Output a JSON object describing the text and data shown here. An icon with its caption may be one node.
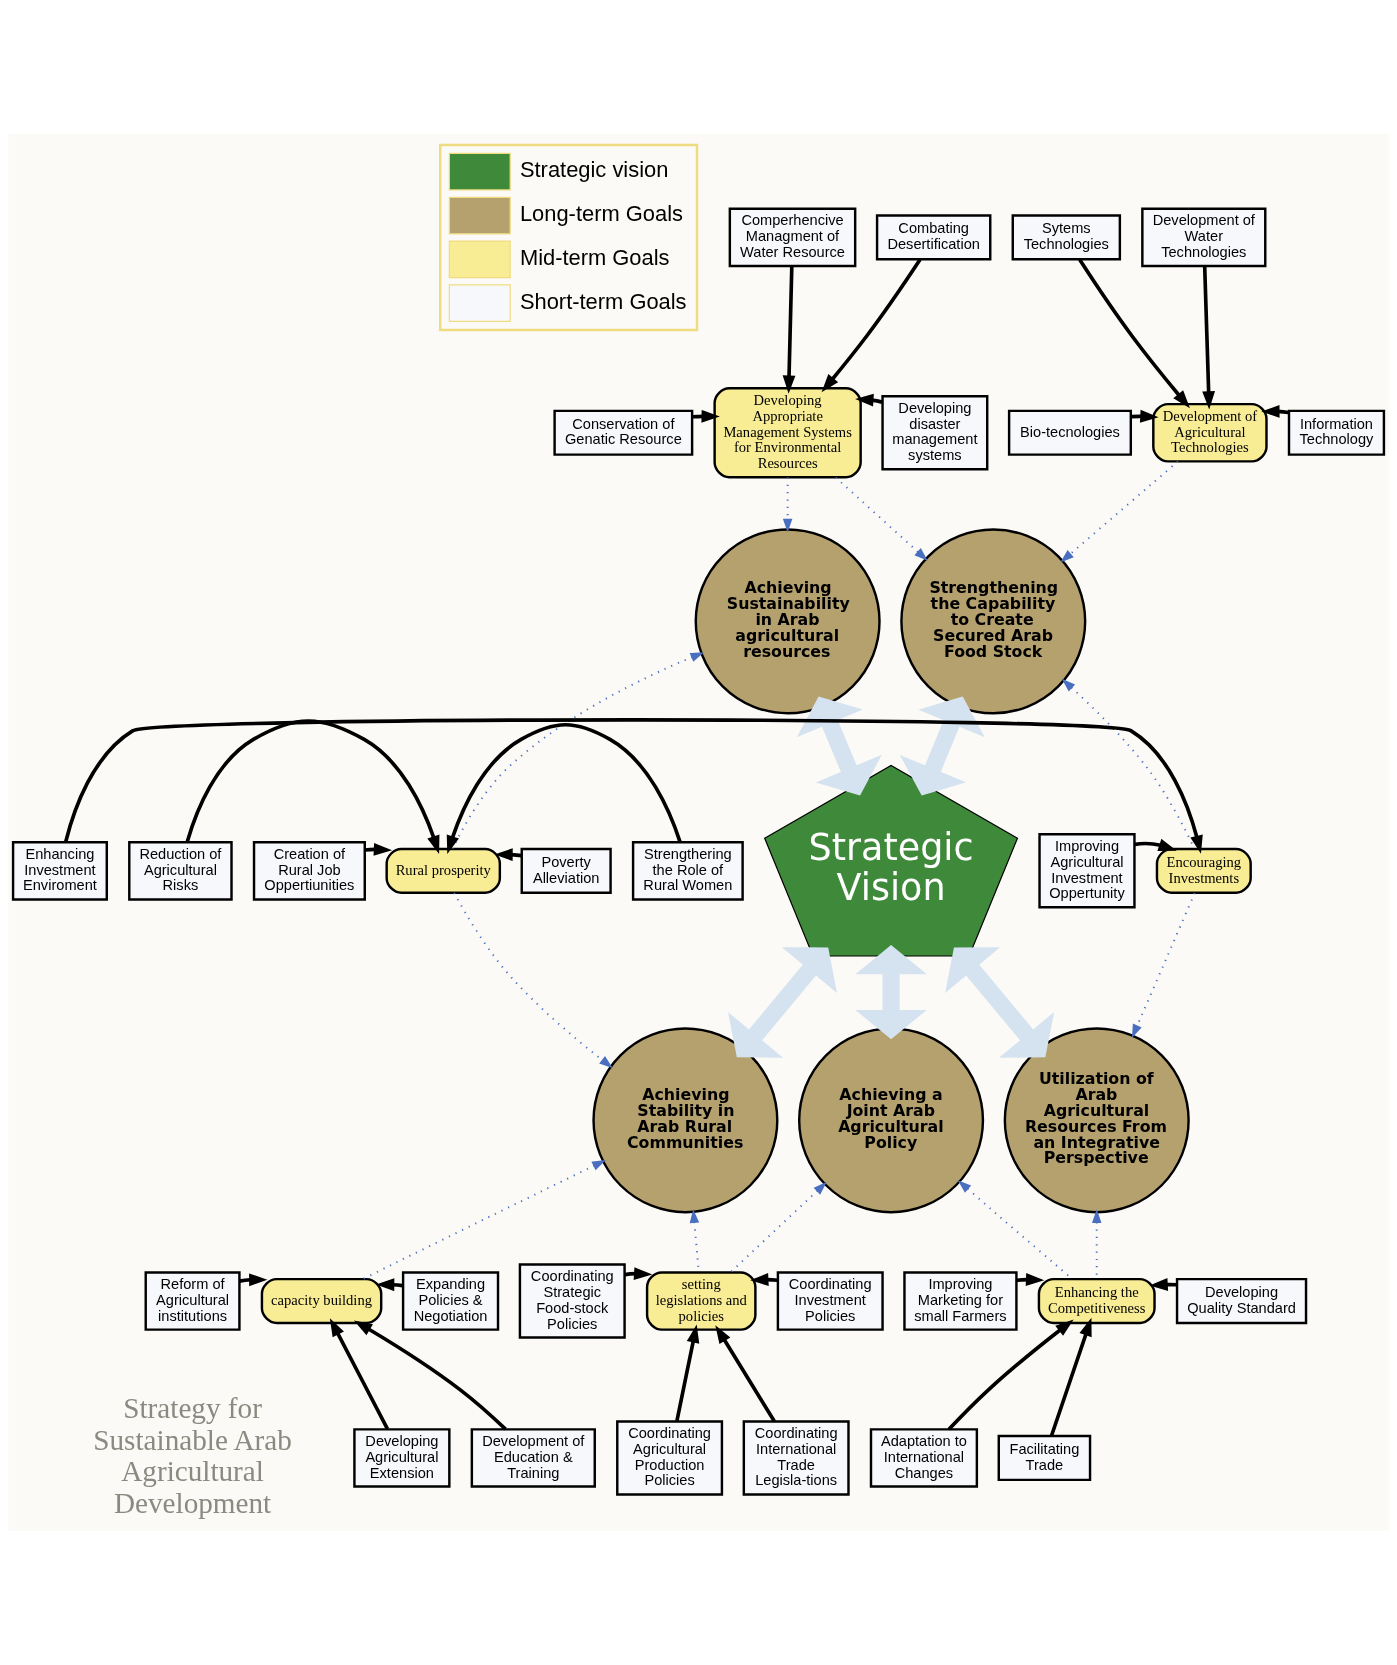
{
  "diagram": {
    "nodes": [
      {
        "text": [
          "Strategic Vision"
        ]
      },
      {
        "text": [
          "Achieving Sustainability in Arab agricultural resources"
        ]
      },
      {
        "text": [
          "Strengthening the Capability to Create Secured Arab Food Stock"
        ]
      },
      {
        "text": [
          "Achieving Stability in Arab Rural Communities"
        ]
      },
      {
        "text": [
          "Achieving a Joint Arab Agricultural Policy"
        ]
      },
      {
        "text": [
          "Utilization of Arab Agricultural Resources From an Integrative Perspective"
        ]
      },
      {
        "text": [
          "Developing Appropriate Management Systems for Environmental Resources"
        ]
      },
      {
        "text": [
          "Development of Agricultural Technologies"
        ]
      },
      {
        "text": [
          "Rural prosperity"
        ]
      },
      {
        "text": [
          "Encouraging Investments"
        ]
      },
      {
        "text": [
          "capacity building"
        ]
      },
      {
        "text": [
          "setting legislations and policies"
        ]
      },
      {
        "text": [
          "Enhancing the Competitiveness"
        ]
      },
      {
        "text": [
          "Comperhencive Managment of Water Resource"
        ]
      },
      {
        "text": [
          "Conservation of Genatic Resource"
        ]
      },
      {
        "text": [
          "Combating Desertification"
        ]
      },
      {
        "text": [
          "Developing disaster management systems"
        ]
      },
      {
        "text": [
          "Sytems Technologies"
        ]
      },
      {
        "text": [
          "Bio-tecnologies"
        ]
      },
      {
        "text": [
          "Development of Water Technologies"
        ]
      },
      {
        "text": [
          "Information Technology"
        ]
      },
      {
        "text": [
          "Reduction of Agricultural Risks"
        ]
      },
      {
        "text": [
          "Creation of Rural Job Oppertiunities"
        ]
      },
      {
        "text": [
          "Poverty Alleviation"
        ]
      },
      {
        "text": [
          "Strengthering the Role of Rural Women"
        ]
      },
      {
        "text": [
          "Improving Agricultural Investment Oppertunity"
        ]
      },
      {
        "text": [
          "Enhancing Investment Enviroment"
        ]
      },
      {
        "text": [
          "Reform of Agricultural institutions"
        ]
      },
      {
        "text": [
          "Developing Agricultural Extension"
        ]
      },
      {
        "text": [
          "Expanding Policies & Negotiation"
        ]
      },
      {
        "text": [
          "Development of Education & Training"
        ]
      },
      {
        "text": [
          "Coordinating Strategic Food-stock Policies"
        ]
      },
      {
        "text": [
          "Coordinating Agricultural Production Policies"
        ]
      },
      {
        "text": [
          "Coordinating Investment Policies"
        ]
      },
      {
        "text": [
          "Coordinating International Trade Legisla-tions"
        ]
      },
      {
        "text": [
          "Improving Marketing for small Farmers"
        ]
      },
      {
        "text": [
          "Adaptation to International Changes"
        ]
      },
      {
        "text": [
          "Developing Quality Standard"
        ]
      },
      {
        "text": [
          "Facilitating Trade"
        ]
      }
    ],
    "edges": [
      {
        "from": 13,
        "to": 6,
        "arrow": "to"
      },
      {
        "from": 14,
        "to": 6,
        "arrow": "to"
      },
      {
        "from": 15,
        "to": 6,
        "arrow": "to"
      },
      {
        "from": 16,
        "to": 6,
        "arrow": "to"
      },
      {
        "from": 17,
        "to": 7,
        "arrow": "to"
      },
      {
        "from": 18,
        "to": 7,
        "arrow": "to"
      },
      {
        "from": 19,
        "to": 7,
        "arrow": "to"
      },
      {
        "from": 20,
        "to": 7,
        "arrow": "to"
      },
      {
        "from": 21,
        "to": 8,
        "arrow": "to"
      },
      {
        "from": 22,
        "to": 8,
        "arrow": "to"
      },
      {
        "from": 23,
        "to": 8,
        "arrow": "to"
      },
      {
        "from": 24,
        "to": 8,
        "arrow": "to"
      },
      {
        "from": 25,
        "to": 9,
        "arrow": "to"
      },
      {
        "from": 26,
        "to": 9,
        "arrow": "to"
      },
      {
        "from": 27,
        "to": 10,
        "arrow": "to"
      },
      {
        "from": 28,
        "to": 10,
        "arrow": "to"
      },
      {
        "from": 29,
        "to": 10,
        "arrow": "to"
      },
      {
        "from": 30,
        "to": 10,
        "arrow": "to"
      },
      {
        "from": 31,
        "to": 11,
        "arrow": "to"
      },
      {
        "from": 32,
        "to": 11,
        "arrow": "to"
      },
      {
        "from": 33,
        "to": 11,
        "arrow": "to"
      },
      {
        "from": 34,
        "to": 11,
        "arrow": "to"
      },
      {
        "from": 35,
        "to": 12,
        "arrow": "to"
      },
      {
        "from": 36,
        "to": 12,
        "arrow": "to"
      },
      {
        "from": 37,
        "to": 12,
        "arrow": "to"
      },
      {
        "from": 38,
        "to": 12,
        "arrow": "to"
      },
      {
        "from": 6,
        "to": 1,
        "arrow": "to",
        "style": "dashed",
        "color": "#4a6fc0"
      },
      {
        "from": 6,
        "to": 2,
        "arrow": "to",
        "style": "dashed",
        "color": "#4a6fc0"
      },
      {
        "from": 7,
        "to": 2,
        "arrow": "to",
        "style": "dashed",
        "color": "#4a6fc0"
      },
      {
        "from": 8,
        "to": 1,
        "arrow": "to",
        "style": "dashed",
        "color": "#4a6fc0"
      },
      {
        "from": 8,
        "to": 3,
        "arrow": "to",
        "style": "dashed",
        "color": "#4a6fc0"
      },
      {
        "from": 9,
        "to": 2,
        "arrow": "to",
        "style": "dashed",
        "color": "#4a6fc0"
      },
      {
        "from": 9,
        "to": 5,
        "arrow": "to",
        "style": "dashed",
        "color": "#4a6fc0"
      },
      {
        "from": 10,
        "to": 3,
        "arrow": "to",
        "style": "dashed",
        "color": "#4a6fc0"
      },
      {
        "from": 11,
        "to": 3,
        "arrow": "to",
        "style": "dashed",
        "color": "#4a6fc0"
      },
      {
        "from": 11,
        "to": 4,
        "arrow": "to",
        "style": "dashed",
        "color": "#4a6fc0"
      },
      {
        "from": 12,
        "to": 4,
        "arrow": "to",
        "style": "dashed",
        "color": "#4a6fc0"
      },
      {
        "from": 12,
        "to": 5,
        "arrow": "to",
        "style": "dashed",
        "color": "#4a6fc0"
      },
      {
        "from": 0,
        "to": 1,
        "arrow": "both",
        "style": "thick",
        "color": "#d5e3f1"
      },
      {
        "from": 0,
        "to": 2,
        "arrow": "both",
        "style": "thick",
        "color": "#d5e3f1"
      },
      {
        "from": 0,
        "to": 3,
        "arrow": "both",
        "style": "thick",
        "color": "#d5e3f1"
      },
      {
        "from": 0,
        "to": 4,
        "arrow": "both",
        "style": "thick",
        "color": "#d5e3f1"
      },
      {
        "from": 0,
        "to": 5,
        "arrow": "both",
        "style": "thick",
        "color": "#d5e3f1"
      }
    ],
    "labels": [
      "Strategy for Sustainable Arab Agricultural Development"
    ],
    "legend": [
      {
        "text": "Strategic vision",
        "color": "#3f8a3a"
      },
      {
        "text": "Long-term Goals",
        "color": "#b5a16e"
      },
      {
        "text": "Mid-term Goals",
        "color": "#f8ec95"
      },
      {
        "text": "Short-term Goals",
        "color": "#f6f8fc"
      }
    ]
  }
}
